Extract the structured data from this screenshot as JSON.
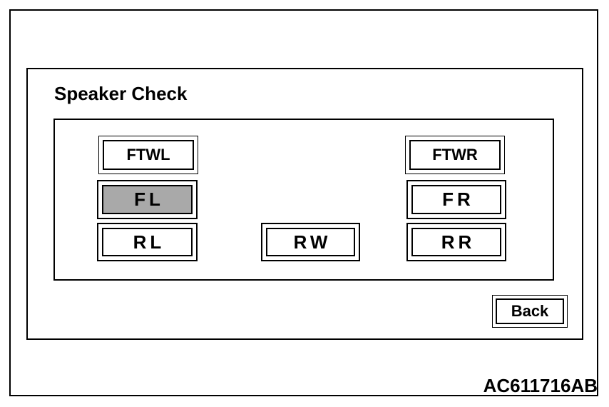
{
  "screen": {
    "title": "Speaker Check"
  },
  "speakers": {
    "ftwl": "FTWL",
    "ftwr": "FTWR",
    "fl": "FL",
    "fr": "FR",
    "rl": "RL",
    "rw": "RW",
    "rr": "RR",
    "selected": "fl"
  },
  "nav": {
    "back_label": "Back"
  },
  "figure": {
    "code": "AC611716AB"
  },
  "colors": {
    "selected_fill": "#a9a9a9",
    "border": "#000000",
    "background": "#ffffff"
  }
}
